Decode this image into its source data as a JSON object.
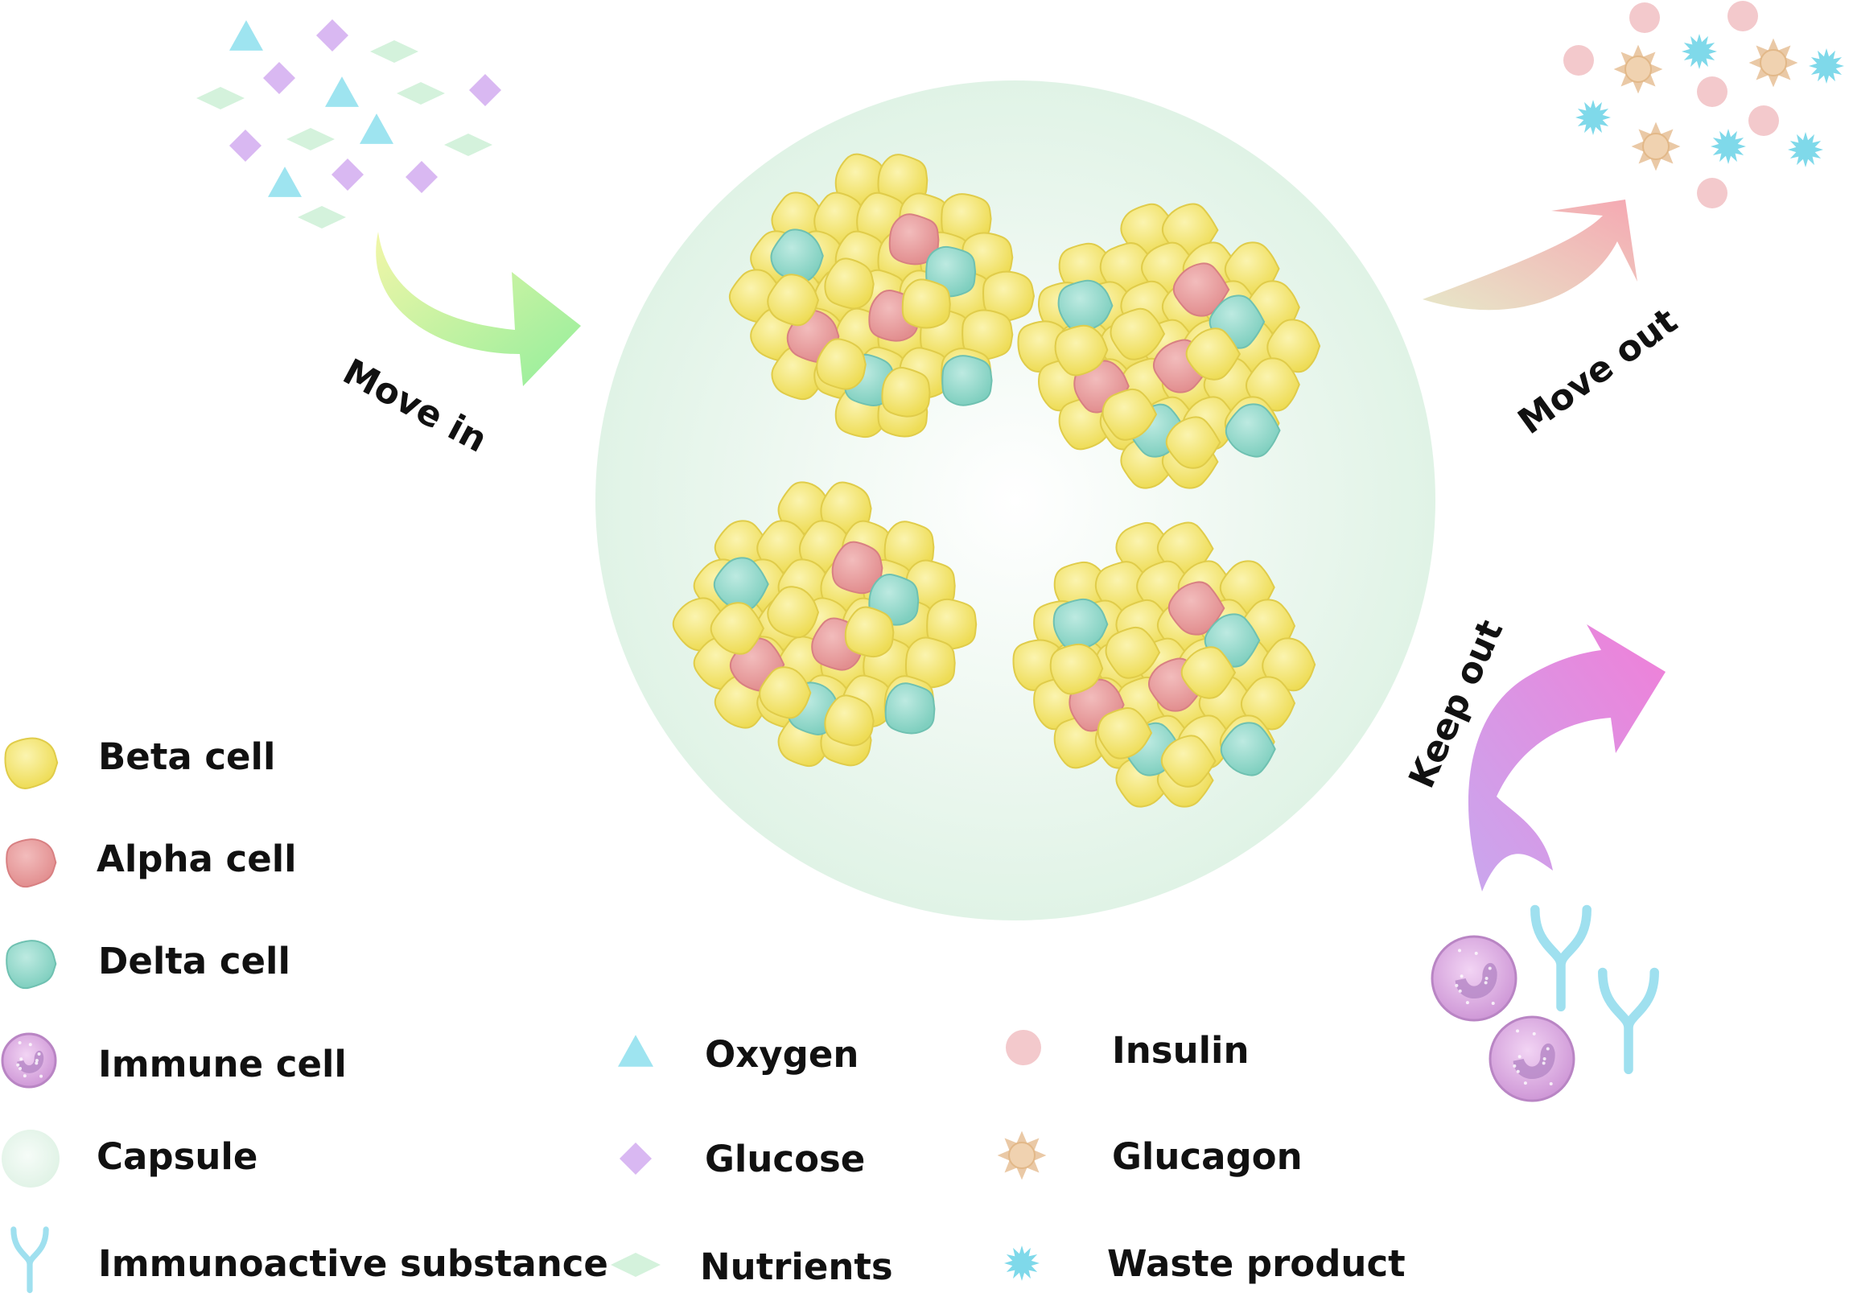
{
  "arrows": {
    "move_in": "Move in",
    "move_out": "Move out",
    "keep_out": "Keep out"
  },
  "legend_cells": [
    {
      "label": "Beta cell",
      "icon": "beta-cell-icon"
    },
    {
      "label": "Alpha cell",
      "icon": "alpha-cell-icon"
    },
    {
      "label": "Delta cell",
      "icon": "delta-cell-icon"
    },
    {
      "label": "Immune cell",
      "icon": "immune-cell-icon"
    },
    {
      "label": "Capsule",
      "icon": "capsule-icon"
    },
    {
      "label": "Immunoactive substance",
      "icon": "antibody-icon"
    }
  ],
  "legend_inputs": [
    {
      "label": "Oxygen",
      "icon": "oxygen-triangle-icon"
    },
    {
      "label": "Glucose",
      "icon": "glucose-diamond-icon"
    },
    {
      "label": "Nutrients",
      "icon": "nutrient-rhombus-icon"
    }
  ],
  "legend_outputs": [
    {
      "label": "Insulin",
      "icon": "insulin-dot-icon"
    },
    {
      "label": "Glucagon",
      "icon": "glucagon-sun-icon"
    },
    {
      "label": "Waste product",
      "icon": "waste-burst-icon"
    }
  ],
  "colors": {
    "beta": "#f5e97a",
    "alpha": "#eba3a3",
    "delta": "#98dcd0",
    "immune": "#d9a6e0",
    "capsule": "#e3f4e9",
    "oxygen": "#9ee4f0",
    "glucose": "#d9b8f2",
    "nutrient": "#d4f2dc",
    "insulin": "#f3c9cc",
    "glucagon": "#e8c39c",
    "waste": "#7fd9ea",
    "antibody": "#9fe0ef"
  }
}
